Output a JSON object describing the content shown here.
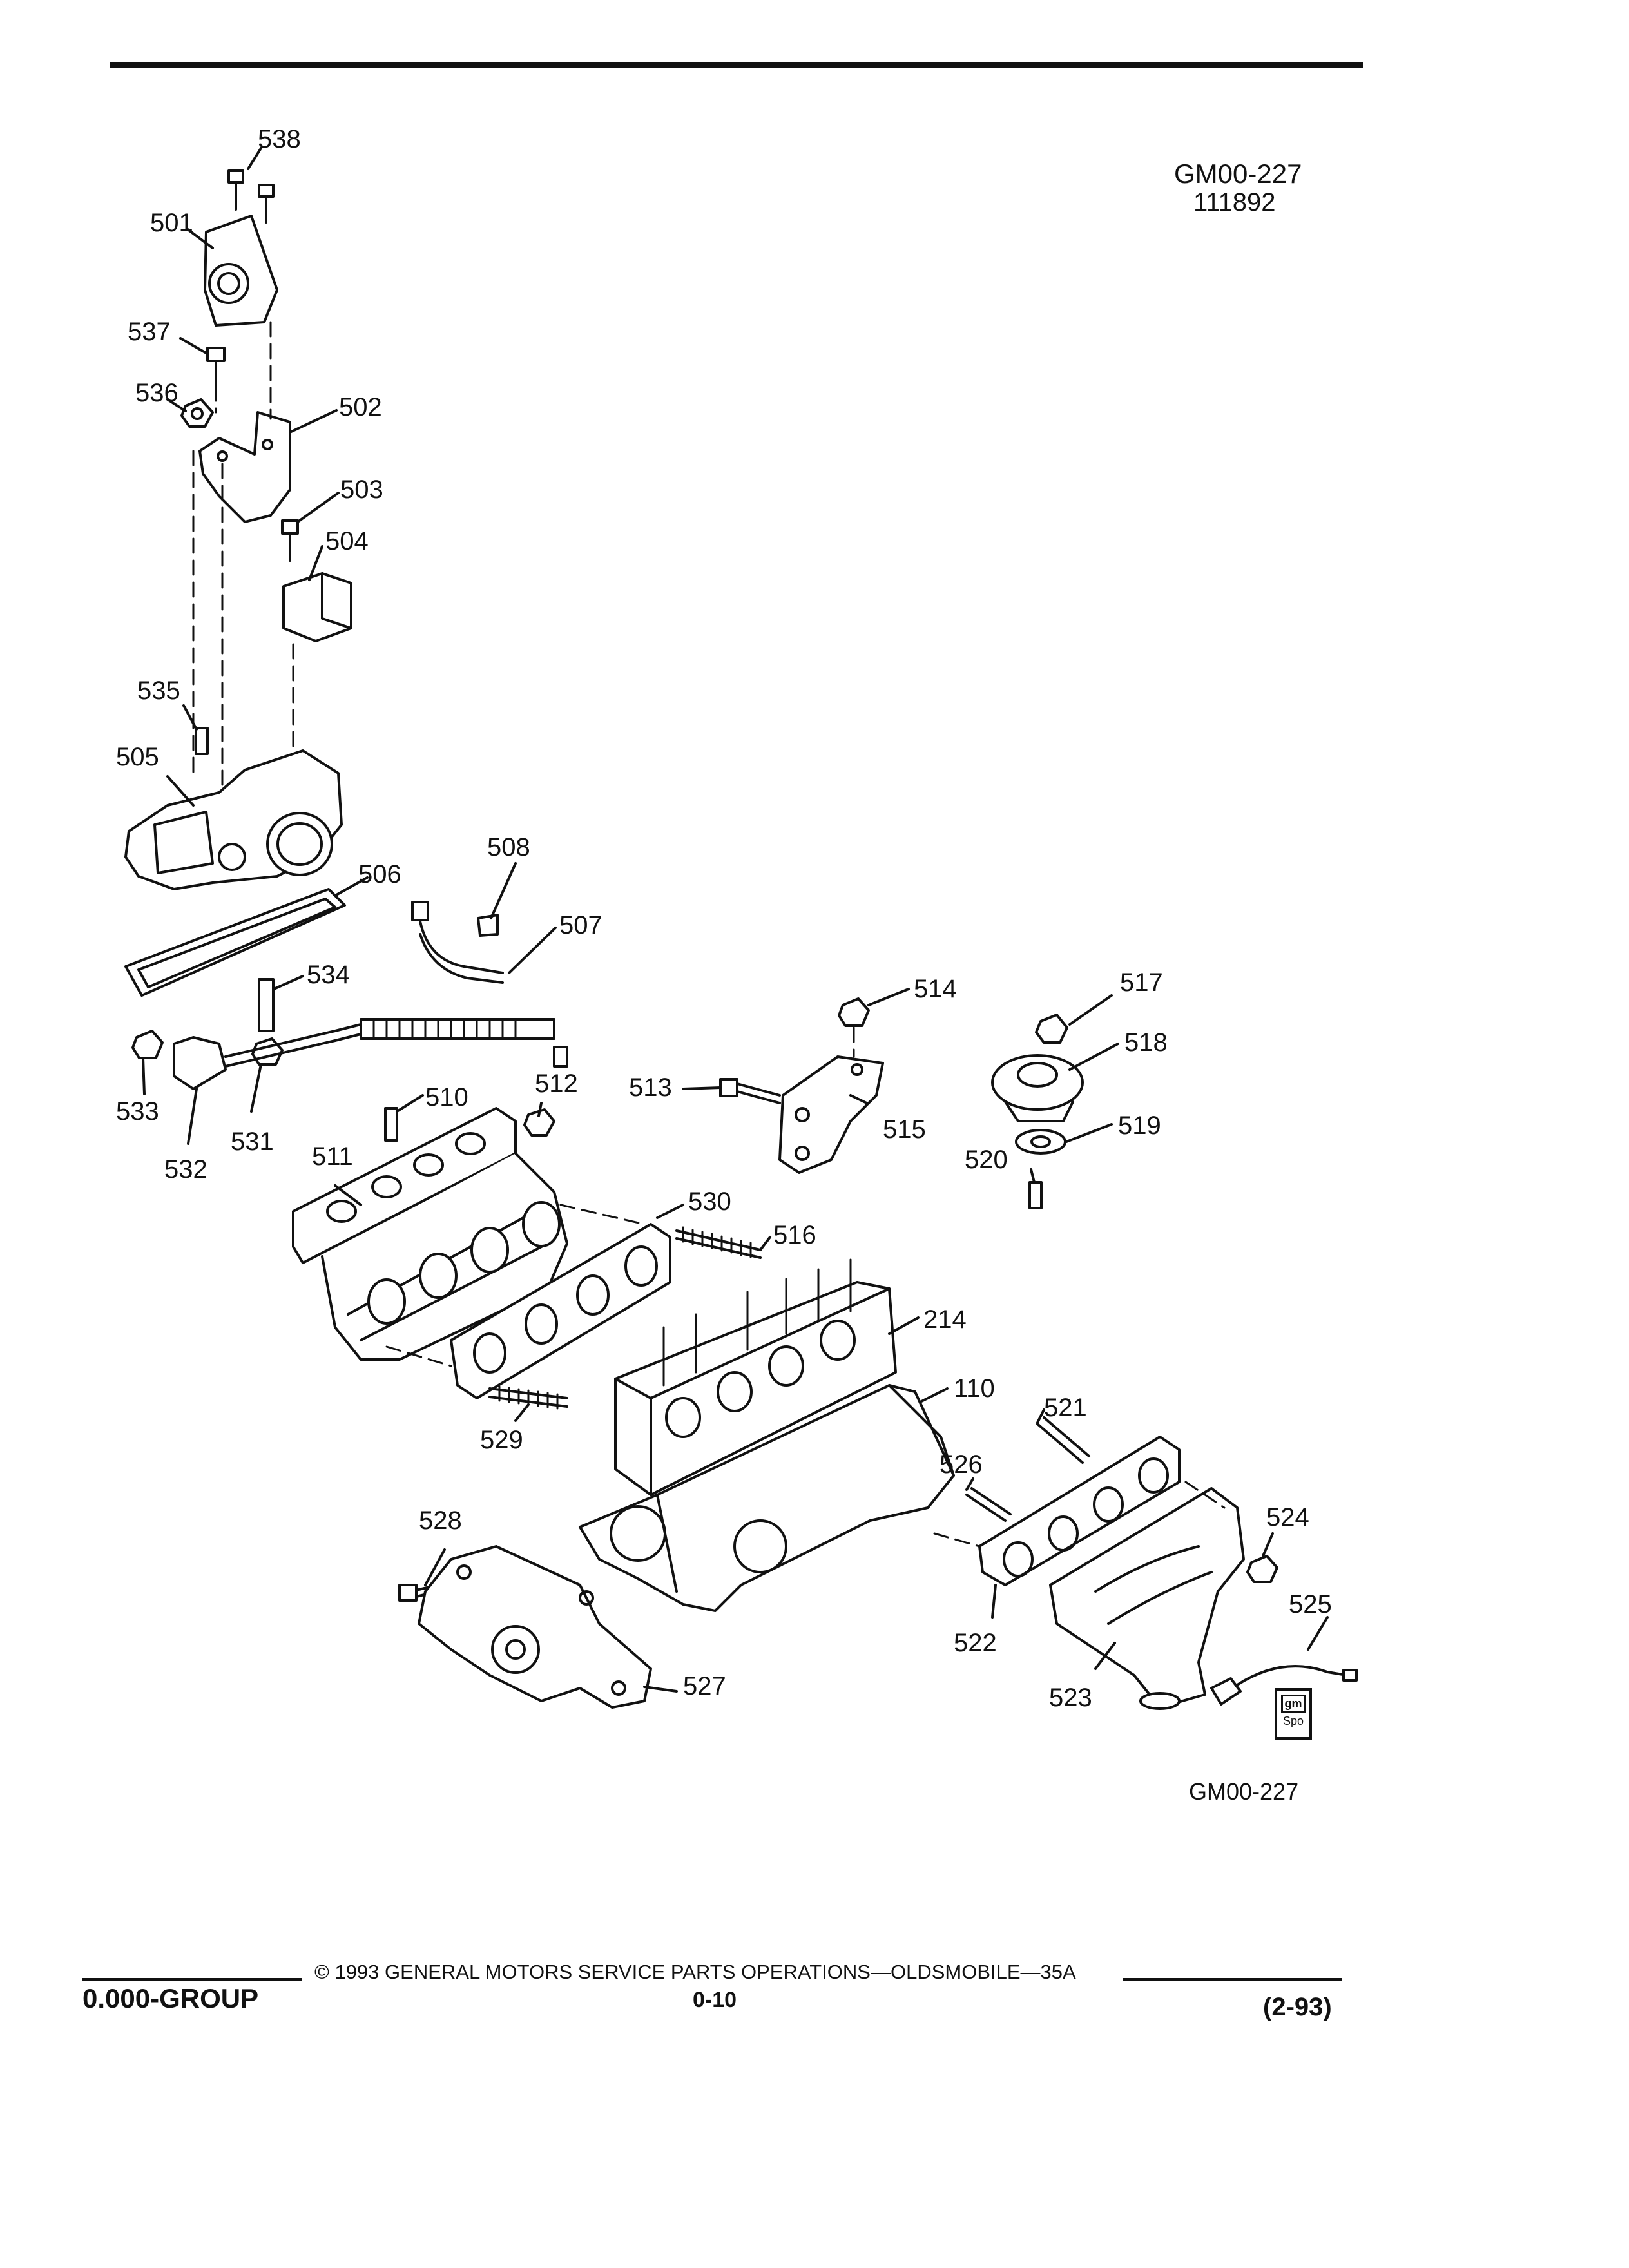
{
  "header": {
    "diagram_code": "GM00-227",
    "diagram_date": "111892"
  },
  "callouts": {
    "c538": "538",
    "c501": "501",
    "c537": "537",
    "c536": "536",
    "c502": "502",
    "c503": "503",
    "c504": "504",
    "c535": "535",
    "c505": "505",
    "c506": "506",
    "c508": "508",
    "c507": "507",
    "c534": "534",
    "c533": "533",
    "c532": "532",
    "c531": "531",
    "c510": "510",
    "c512": "512",
    "c511": "511",
    "c514": "514",
    "c513": "513",
    "c515": "515",
    "c517": "517",
    "c518": "518",
    "c519": "519",
    "c520": "520",
    "c530": "530",
    "c516": "516",
    "c214": "214",
    "c110": "110",
    "c521": "521",
    "c526": "526",
    "c529": "529",
    "c528": "528",
    "c524": "524",
    "c525": "525",
    "c522": "522",
    "c527": "527",
    "c523": "523"
  },
  "badge": {
    "line1": "gm",
    "line2": "Spo"
  },
  "figure_code_bottom": "GM00-227",
  "footer": {
    "group": "0.000-GROUP",
    "copyright": "© 1993 GENERAL MOTORS SERVICE PARTS OPERATIONS—OLDSMOBILE—35A",
    "page": "0-10",
    "revision": "(2-93)"
  }
}
